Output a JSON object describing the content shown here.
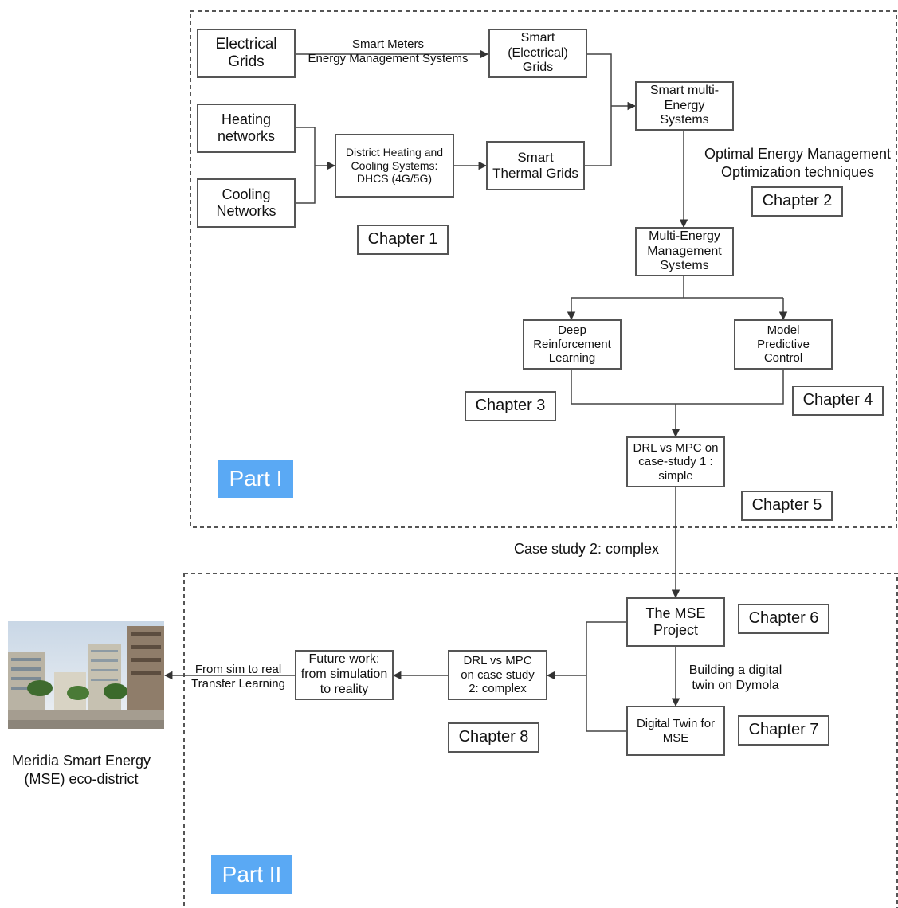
{
  "boxes": {
    "electrical_grids": "Electrical\nGrids",
    "smart_electrical_grids": "Smart\n(Electrical)\nGrids",
    "heating_networks": "Heating\nnetworks",
    "cooling_networks": "Cooling\nNetworks",
    "dhcs": "District Heating and\nCooling Systems:\nDHCS (4G/5G)",
    "smart_thermal_grids": "Smart\nThermal Grids",
    "smart_multi_energy": "Smart multi-\nEnergy\nSystems",
    "mems": "Multi-Energy\nManagement\nSystems",
    "drl": "Deep\nReinforcement\nLearning",
    "mpc": "Model\nPredictive\nControl",
    "drl_vs_mpc_1": "DRL vs MPC on\ncase-study 1 :\nsimple",
    "mse_project": "The MSE\nProject",
    "digital_twin": "Digital Twin for\nMSE",
    "drl_vs_mpc_2": "DRL vs MPC\non  case study\n2: complex",
    "future_work": "Future work:\nfrom simulation\nto reality"
  },
  "edge_labels": {
    "smart_meters": "Smart Meters\nEnergy Management Systems",
    "optimal_energy": "Optimal Energy Management\nOptimization techniques",
    "case_study_2": "Case study 2: complex",
    "building_twin": "Building a digital\ntwin on Dymola",
    "sim_to_real": "From sim to real\nTransfer Learning"
  },
  "chapters": {
    "ch1": "Chapter 1",
    "ch2": "Chapter 2",
    "ch3": "Chapter 3",
    "ch4": "Chapter 4",
    "ch5": "Chapter 5",
    "ch6": "Chapter 6",
    "ch7": "Chapter 7",
    "ch8": "Chapter 8"
  },
  "parts": {
    "part1": "Part I",
    "part2": "Part II"
  },
  "photo_caption": "Meridia Smart Energy\n(MSE) eco-district",
  "colors": {
    "part_badge": "#5aa9f4",
    "box_border": "#555555",
    "connector": "#444444"
  }
}
